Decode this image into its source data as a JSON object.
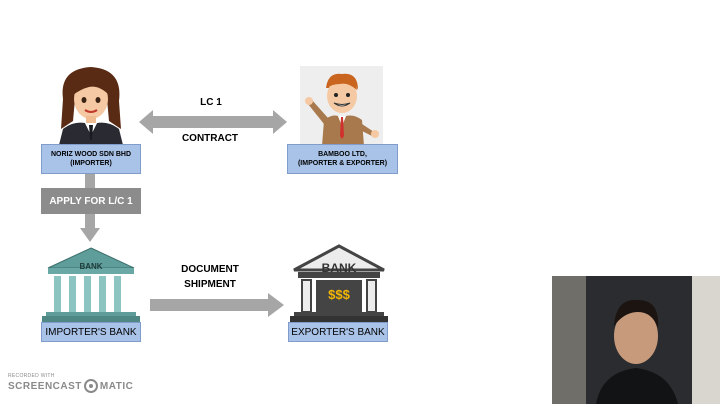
{
  "nodes": {
    "importer": {
      "line1": "NORIZ WOOD SDN BHD",
      "line2": "(IMPORTER)"
    },
    "exporter": {
      "line1": "BAMBOO LTD,",
      "line2": "(IMPORTER & EXPORTER)"
    },
    "importer_bank": {
      "label": "IMPORTER'S BANK",
      "sign": "BANK"
    },
    "exporter_bank": {
      "label": "EXPORTER'S BANK",
      "sign": "BANK",
      "money": "$$$"
    }
  },
  "edges": {
    "top_arrow": {
      "label_top": "LC 1",
      "label_bottom": "CONTRACT"
    },
    "apply": {
      "label": "APPLY FOR L/C 1"
    },
    "bottom_arrow": {
      "label_top": "DOCUMENT",
      "label_bottom": "SHIPMENT"
    }
  },
  "watermark": {
    "small": "RECORDED WITH",
    "brand_left": "SCREENCAST",
    "brand_right": "MATIC"
  },
  "colors": {
    "label_fill": "#a9c3e8",
    "arrow_gray": "#a6a6a6",
    "apply_fill": "#8c8c8c"
  }
}
